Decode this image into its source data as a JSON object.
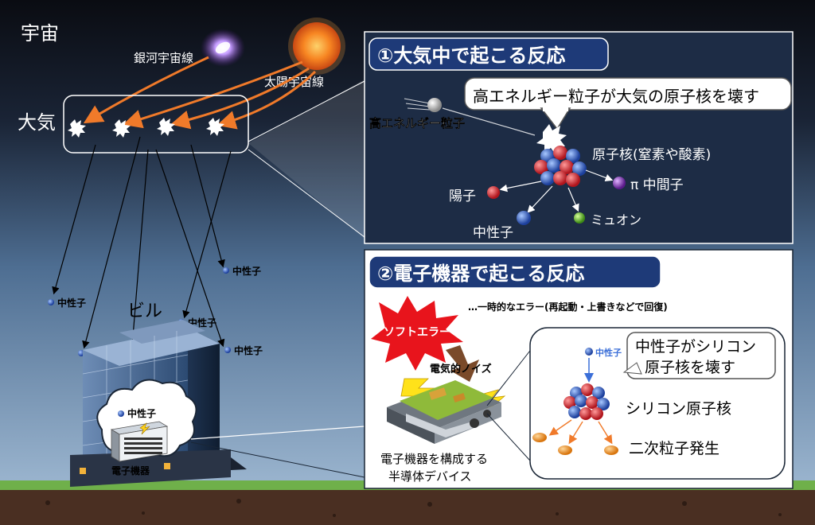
{
  "sky": {
    "space_label": "宇宙",
    "atmosphere_label": "大気",
    "galactic_ray_label": "銀河宇宙線",
    "solar_ray_label": "太陽宇宙線",
    "building_label": "ビル",
    "neutron_label": "中性子",
    "device_label": "電子機器"
  },
  "panel1": {
    "title": "①大気中で起こる反応",
    "callout": "高エネルギー粒子が大気の原子核を壊す",
    "incoming_particle": "高エネルギー粒子",
    "nucleus_label": "原子核(窒素や酸素)",
    "proton": "陽子",
    "neutron": "中性子",
    "muon": "ミュオン",
    "pion": "π 中間子"
  },
  "panel2": {
    "title": "②電子機器で起こる反応",
    "soft_error": "ソフトエラー",
    "soft_error_note": "…一時的なエラー(再起動・上書きなどで回復)",
    "noise": "電気的ノイズ",
    "device_caption_line1": "電子機器を構成する",
    "device_caption_line2": "半導体デバイス",
    "neutron_small": "中性子",
    "callout_line1": "中性子がシリコン",
    "callout_line2": "原子核を壊す",
    "silicon_nucleus": "シリコン原子核",
    "secondary": "二次粒子発生"
  },
  "colors": {
    "sky_top": "#0d0f16",
    "sky_bottom": "#6e8fb0",
    "grass": "#6fb04a",
    "soil": "#4a2f22",
    "arrow_orange": "#f07a2a",
    "panel_title_bg": "#1e3a78",
    "panel2_bg": "#ffffff",
    "panel1_bg": "#1d2c45"
  }
}
